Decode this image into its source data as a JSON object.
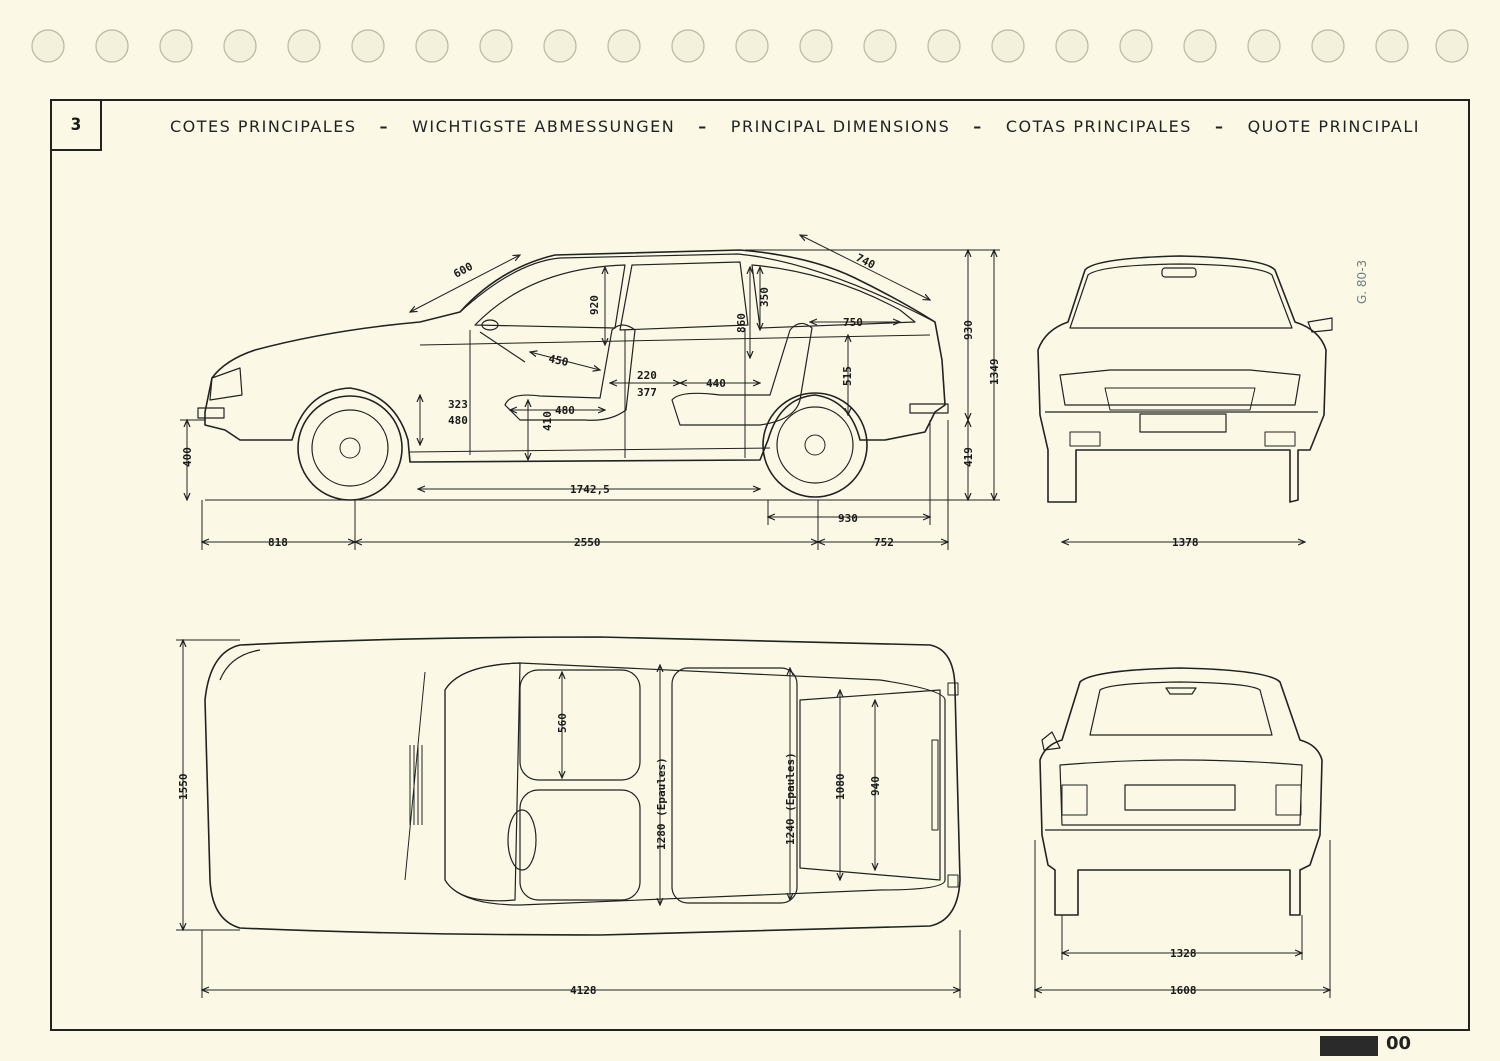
{
  "page": {
    "section_number": "3",
    "reference_code": "G. 80-3",
    "footer_code": "00"
  },
  "title": {
    "fr": "COTES PRINCIPALES",
    "de": "WICHTIGSTE ABMESSUNGEN",
    "en": "PRINCIPAL DIMENSIONS",
    "es": "COTAS PRINCIPALES",
    "it": "QUOTE PRINCIPALI",
    "separator": "–"
  },
  "dimensions": {
    "side": {
      "front_overhang": "818",
      "wheelbase": "2550",
      "rear_overhang": "752",
      "interior_length": "1742,5",
      "rear_seat_to_tail": "930",
      "ground_to_body_front": "400",
      "ground_to_bumper_rear": "419",
      "height_total": "1349",
      "height_upper": "930",
      "windscreen": "600",
      "rear_window": "740",
      "front_headroom": "920",
      "rear_headroom_a": "350",
      "rear_headroom_b": "860",
      "boot_depth": "750",
      "rear_height": "515",
      "front_seat_depth": "450",
      "front_seat_h1": "323",
      "front_seat_h2": "480",
      "seat_width": "480",
      "floor_to_seat": "410",
      "knee_room_a": "220",
      "knee_room_b": "377",
      "rear_legroom": "440"
    },
    "front": {
      "track_front": "1378"
    },
    "rear": {
      "track_rear": "1328",
      "overall_width": "1608"
    },
    "top": {
      "overall_length": "4128",
      "overall_width": "1550",
      "seat_length": "560",
      "front_shoulder": "1280 (Epaules)",
      "rear_shoulder": "1240 (Epaules)",
      "boot_width_a": "1080",
      "boot_width_b": "940"
    }
  }
}
